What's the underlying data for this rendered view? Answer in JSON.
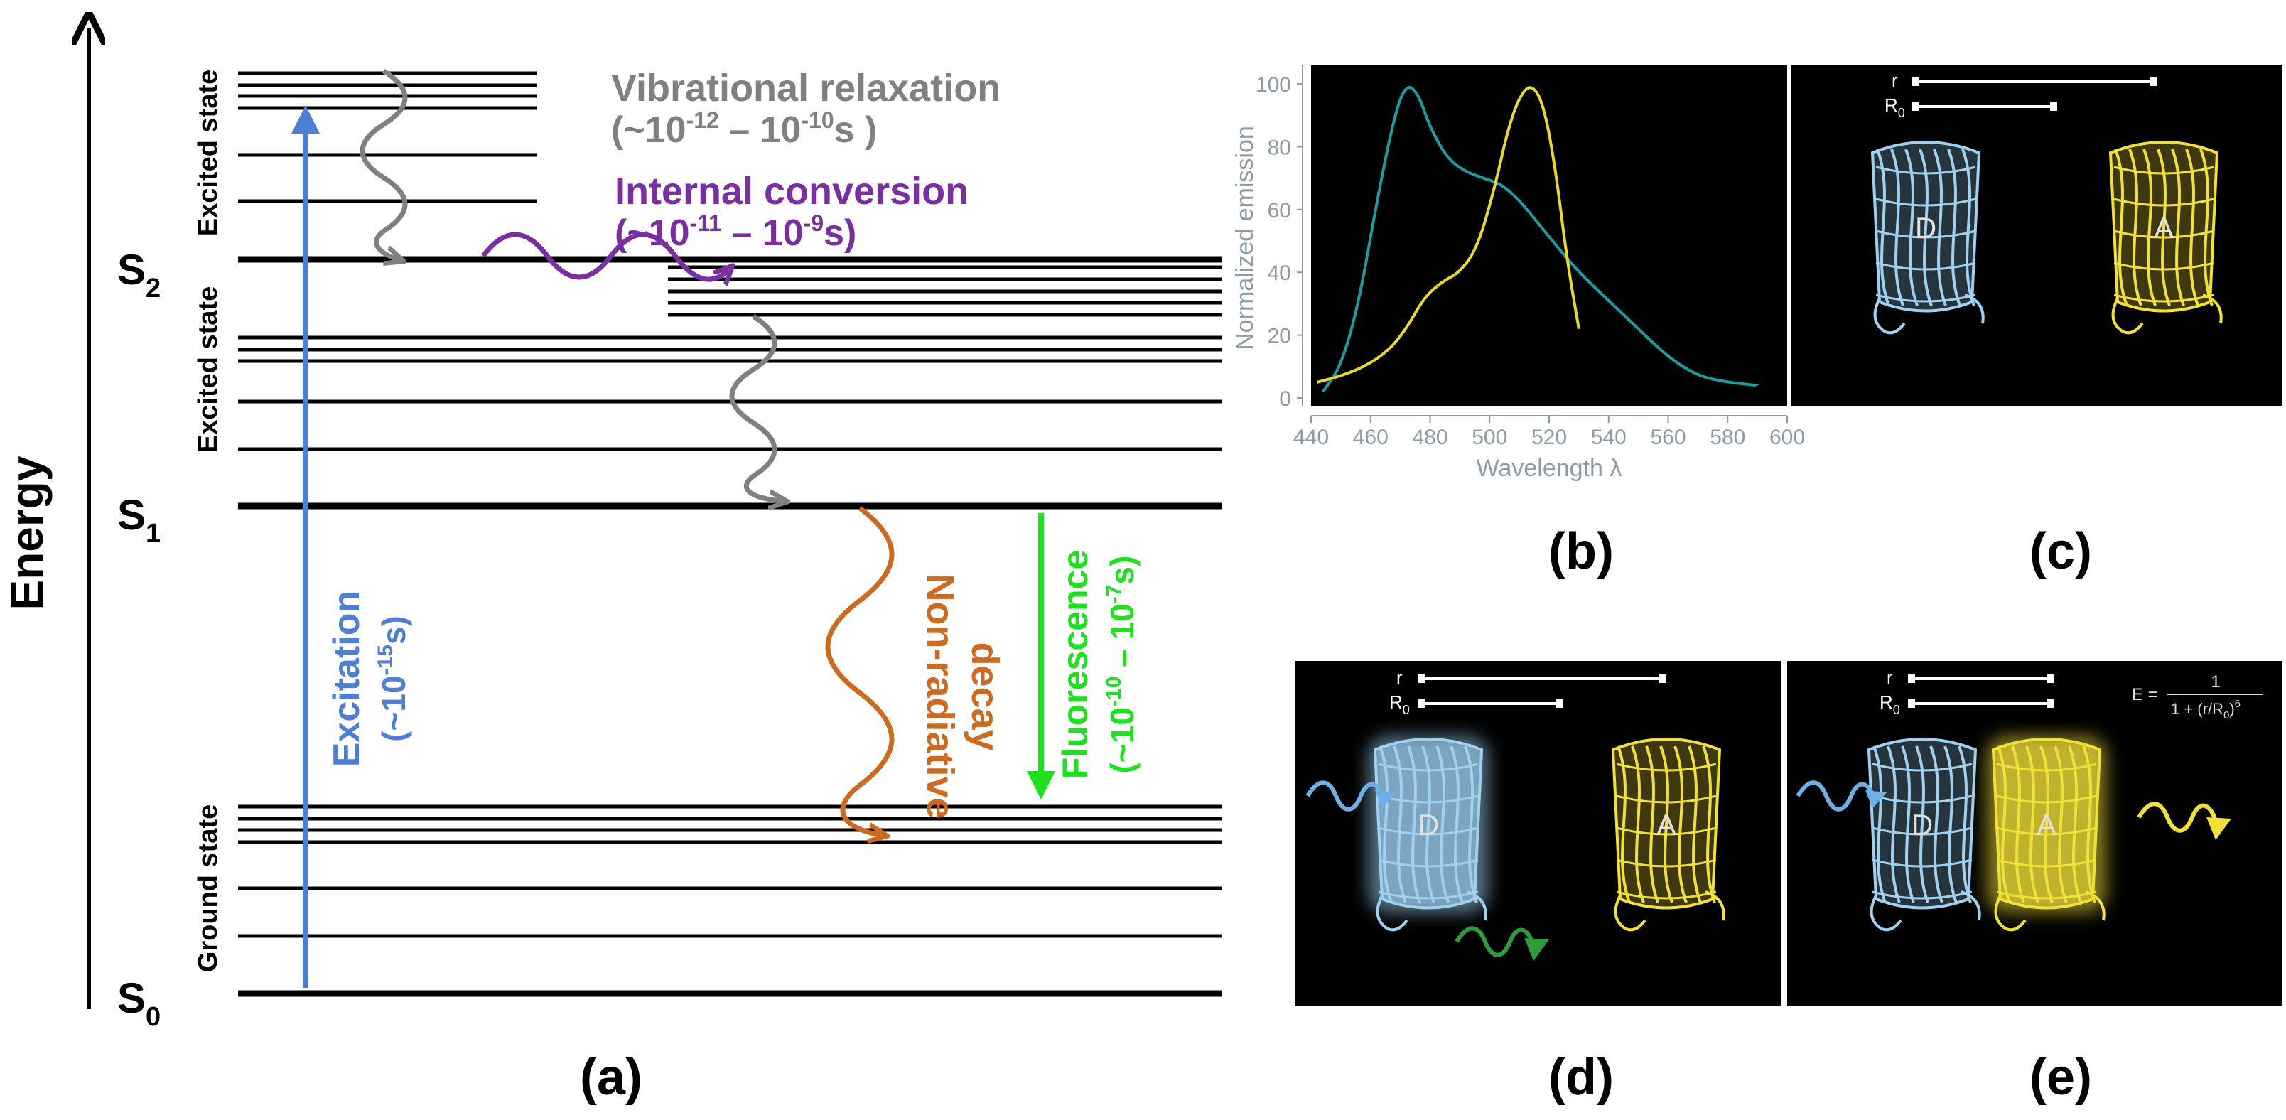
{
  "colors": {
    "excitation": "#4f7fd2",
    "vibrational": "#808080",
    "internal_conversion": "#7a2fa0",
    "non_radiative": "#cc6a21",
    "fluorescence": "#1ee01e",
    "donor_protein": "#9fd0f0",
    "acceptor_protein": "#f2e03a",
    "teal_curve": "#1e9aa0",
    "yellow_curve": "#e8d92a",
    "panel_bg": "#000000",
    "emitted_green": "#2f9b3a"
  },
  "panel_a": {
    "axis_label": "Energy",
    "levels": {
      "s0": {
        "main": "S",
        "sub": "0"
      },
      "s1": {
        "main": "S",
        "sub": "1"
      },
      "s2": {
        "main": "S",
        "sub": "2"
      }
    },
    "state_labels": {
      "excited_state_top": "Excited state",
      "excited_state_mid1": "Excited state",
      "excited_state_mid2": "Excited state",
      "ground_state": "Ground state"
    },
    "vibrational": {
      "title": "Vibrational relaxation",
      "time_pre": "(~10",
      "exp1": "-12",
      "mid": " – 10",
      "exp2": "-10",
      "post": "s )"
    },
    "internal": {
      "title": "Internal conversion",
      "time_pre": "(~10",
      "exp1": "-11",
      "mid": " – 10",
      "exp2": "-9",
      "post": "s)"
    },
    "excitation": {
      "title": "Excitation",
      "time_pre": "(~10",
      "exp": "-15",
      "post": "s)"
    },
    "non_radiative": {
      "line1": "Non-radiative",
      "line2": "decay"
    },
    "fluorescence": {
      "title": "Fluorescence",
      "time_pre": "(~10",
      "exp1": "-10",
      "mid": " – 10",
      "exp2": "-7",
      "post": "s)"
    },
    "caption": "(a)"
  },
  "panel_b": {
    "caption": "(b)",
    "chart_data": {
      "type": "line",
      "xlabel": "Wavelength λ",
      "ylabel": "Normalized emission",
      "xlim": [
        440,
        600
      ],
      "ylim": [
        0,
        100
      ],
      "xticks": [
        440,
        460,
        480,
        500,
        520,
        540,
        560,
        580,
        600
      ],
      "yticks": [
        0,
        20,
        40,
        60,
        80,
        100
      ],
      "series": [
        {
          "color": "#1e9aa0",
          "x": [
            444,
            450,
            456,
            462,
            468,
            472,
            476,
            480,
            486,
            492,
            498,
            504,
            510,
            516,
            522,
            530,
            540,
            550,
            560,
            570,
            580,
            590
          ],
          "y": [
            2,
            10,
            30,
            62,
            90,
            100,
            97,
            86,
            76,
            72,
            70,
            68,
            63,
            56,
            49,
            40,
            31,
            22,
            13,
            7,
            5,
            4
          ]
        },
        {
          "color": "#e8d92a",
          "x": [
            442,
            450,
            458,
            466,
            472,
            478,
            484,
            490,
            496,
            502,
            506,
            510,
            514,
            518,
            522,
            526,
            530
          ],
          "y": [
            5,
            7,
            10,
            15,
            22,
            32,
            37,
            40,
            48,
            68,
            85,
            96,
            100,
            94,
            74,
            44,
            22
          ]
        }
      ]
    }
  },
  "panel_c": {
    "caption": "(c)",
    "r_label": "r",
    "r0_main": "R",
    "r0_sub": "0",
    "donor_label": "D",
    "acceptor_label": "A"
  },
  "panel_d": {
    "caption": "(d)",
    "r_label": "r",
    "r0_main": "R",
    "r0_sub": "0",
    "donor_label": "D",
    "acceptor_label": "A"
  },
  "panel_e": {
    "caption": "(e)",
    "r_label": "r",
    "r0_main": "R",
    "r0_sub": "0",
    "donor_label": "D",
    "acceptor_label": "A",
    "formula": {
      "lhs": "E =",
      "numerator": "1",
      "den_pre": "1 + (r/R",
      "den_sub": "0",
      "den_post": ")",
      "den_exp": "6"
    }
  }
}
